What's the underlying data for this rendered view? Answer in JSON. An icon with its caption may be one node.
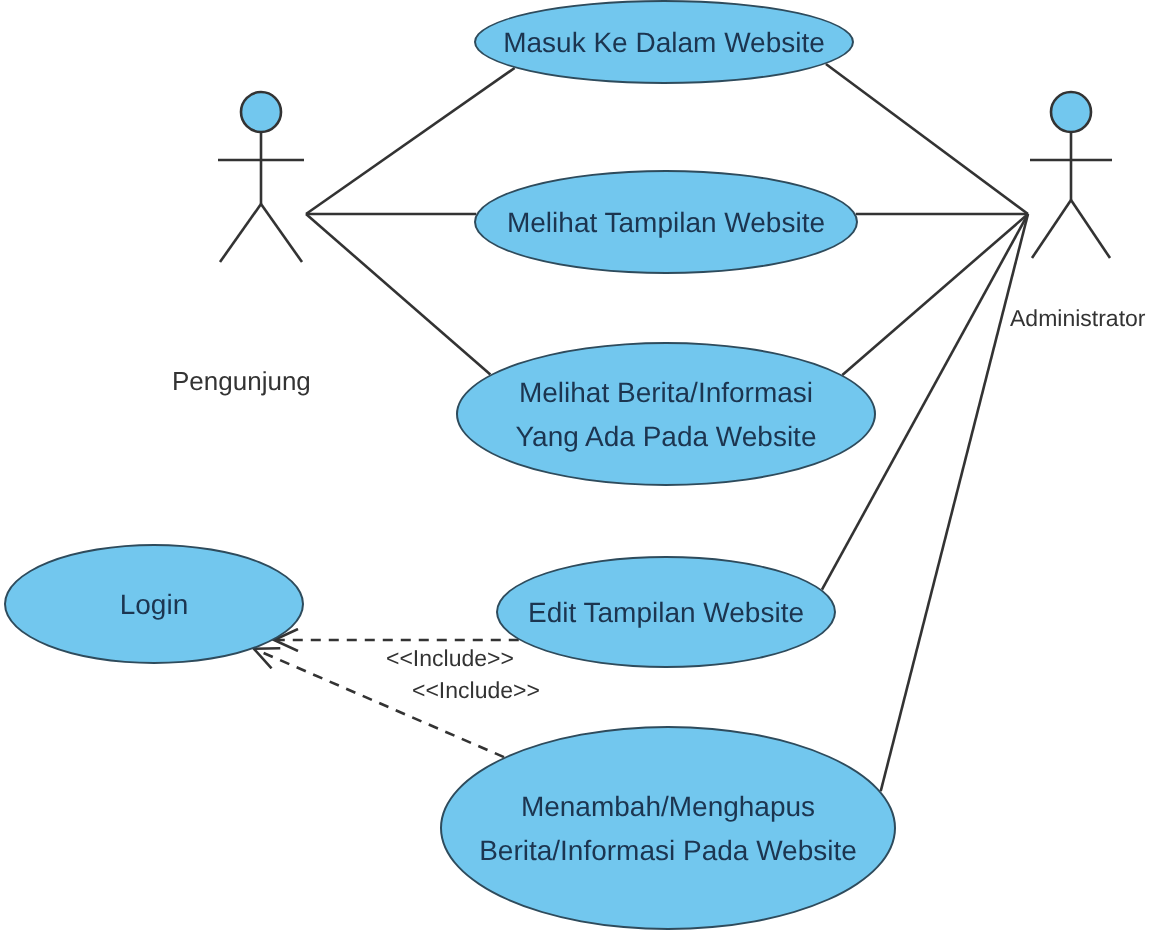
{
  "diagram": {
    "nodes": [
      {
        "text": [],
        "shape": "person"
      },
      {
        "text": [
          "Masuk Ke Dalam Website"
        ]
      },
      {
        "text": [
          "Melihat Tampilan Website"
        ]
      },
      {
        "text": [
          "Melihat Berita/Informasi Yang Ada Pada Website"
        ]
      },
      {
        "text": [],
        "shape": "person",
        "beside": [
          "Administrator"
        ]
      },
      {
        "text": [
          "Login"
        ]
      },
      {
        "text": [
          "Edit Tampilan Website"
        ]
      },
      {
        "text": [
          "Menambah/Menghapus Berita/Informasi Pada Website"
        ]
      }
    ],
    "edges": [
      {
        "from": 0,
        "to": 1,
        "arrow": "none"
      },
      {
        "from": 0,
        "to": 2,
        "arrow": "none"
      },
      {
        "from": 0,
        "to": 3,
        "arrow": "none"
      },
      {
        "from": 1,
        "to": 4,
        "arrow": "none"
      },
      {
        "from": 2,
        "to": 4,
        "arrow": "none"
      },
      {
        "from": 3,
        "to": 4,
        "arrow": "none"
      },
      {
        "from": 6,
        "to": 4,
        "arrow": "none"
      },
      {
        "from": 7,
        "to": 4,
        "arrow": "none"
      },
      {
        "from": 6,
        "to": 5,
        "arrow": "to",
        "style": "dashed",
        "label": "<<Include>>"
      },
      {
        "from": 7,
        "to": 5,
        "arrow": "to",
        "style": "dashed",
        "label": "<<Include>>"
      }
    ],
    "labels": [
      "Pengunjung"
    ]
  }
}
